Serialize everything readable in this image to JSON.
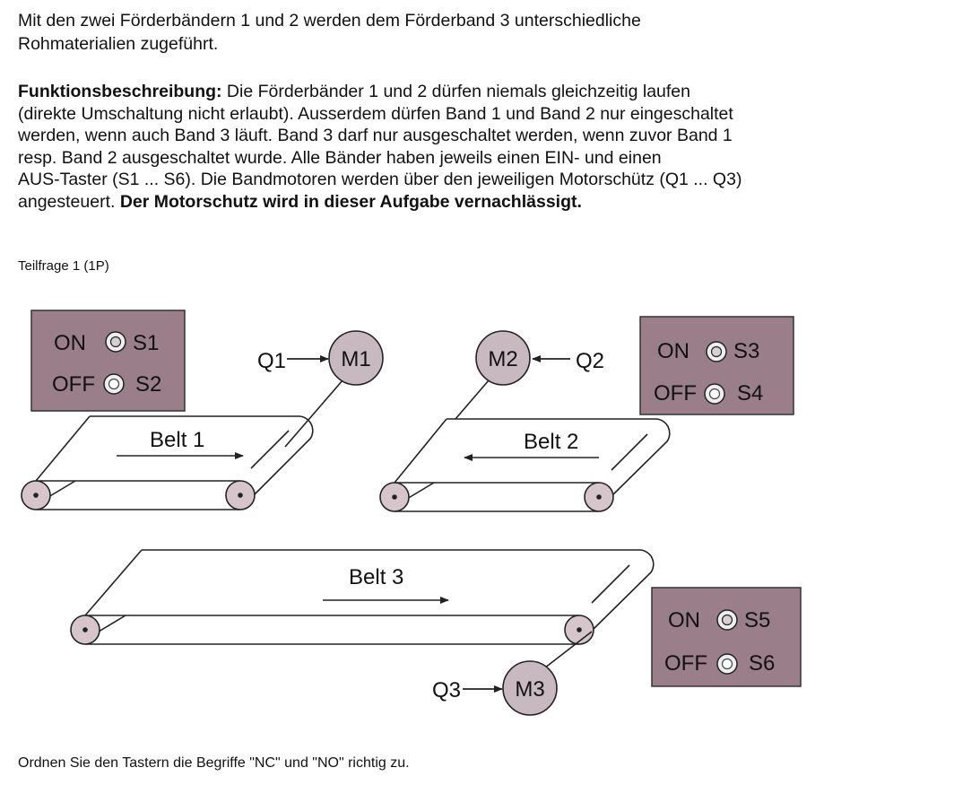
{
  "intro": {
    "line1": "Mit den zwei Förderbändern 1 und 2 werden dem Förderband 3 unterschiedliche",
    "line2": "Rohmaterialien zugeführt."
  },
  "func": {
    "heading": "Funktionsbeschreibung:",
    "line1": " Die Förderbänder 1 und 2 dürfen niemals gleichzeitig laufen",
    "line2": "(direkte Umschaltung nicht erlaubt). Ausserdem dürfen Band 1 und Band 2 nur eingeschaltet",
    "line3": "werden, wenn auch Band 3 läuft. Band 3 darf nur ausgeschaltet werden, wenn zuvor Band 1",
    "line4": "resp. Band 2 ausgeschaltet wurde. Alle Bänder haben jeweils einen EIN- und einen",
    "line5": "AUS-Taster (S1 ... S6). Die Bandmotoren werden über den jeweiligen Motorschütz (Q1 ... Q3)",
    "line6a": "angesteuert. ",
    "line6b": "Der Motorschutz wird in dieser Aufgabe vernachlässigt."
  },
  "teilfrage": "Teilfrage 1 (1P)",
  "diagram": {
    "colors": {
      "panel": "#9a7f8a",
      "panel_inner": "#e8d8de",
      "motor": "#c8b8c0",
      "roller": "#d6c6cc",
      "stroke": "#222222"
    },
    "panel1": {
      "on": "ON",
      "s_on": "S1",
      "off": "OFF",
      "s_off": "S2"
    },
    "panel2": {
      "on": "ON",
      "s_on": "S3",
      "off": "OFF",
      "s_off": "S4"
    },
    "panel3": {
      "on": "ON",
      "s_on": "S5",
      "off": "OFF",
      "s_off": "S6"
    },
    "motor1": "M1",
    "motor2": "M2",
    "motor3": "M3",
    "q1": "Q1",
    "q2": "Q2",
    "q3": "Q3",
    "belt1": "Belt 1",
    "belt2": "Belt 2",
    "belt3": "Belt 3"
  },
  "bottom_text": "Ordnen Sie den Tastern die Begriffe \"NC\" und \"NO\" richtig zu."
}
